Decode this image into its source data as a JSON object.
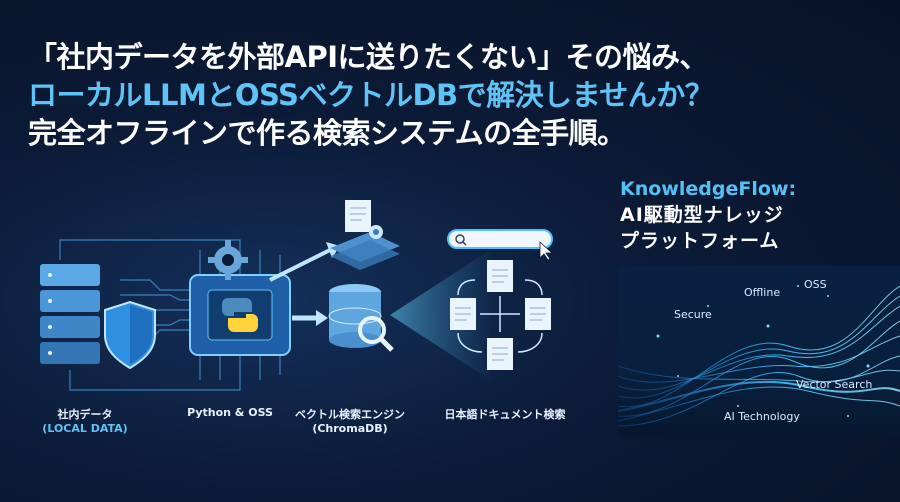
{
  "headline": {
    "line1": "「社内データを外部APIに送りたくない」その悩み、",
    "line2": "ローカルLLMとOSSベクトルDBで解決しませんか？",
    "line3": "完全オフラインで作る検索システムの全手順。"
  },
  "brand": {
    "name": "KnowledgeFlow:",
    "tagline1": "AI駆動型ナレッジ",
    "tagline2": "プラットフォーム"
  },
  "wave_tags": {
    "secure": "Secure",
    "offline": "Offline",
    "oss": "OSS",
    "vector_search": "Vector Search",
    "ai_technology": "AI Technology"
  },
  "captions": {
    "local_data": "社内データ",
    "local_data_sub": "(LOCAL DATA)",
    "python_oss": "Python & OSS",
    "vector_engine": "ベクトル検索エンジン",
    "vector_engine_sub": "(ChromaDB)",
    "jp_doc_search": "日本語ドキュメント検索"
  },
  "colors": {
    "accent": "#5fc4f5",
    "background": "#0b1a36",
    "glow": "#39b6ff"
  }
}
